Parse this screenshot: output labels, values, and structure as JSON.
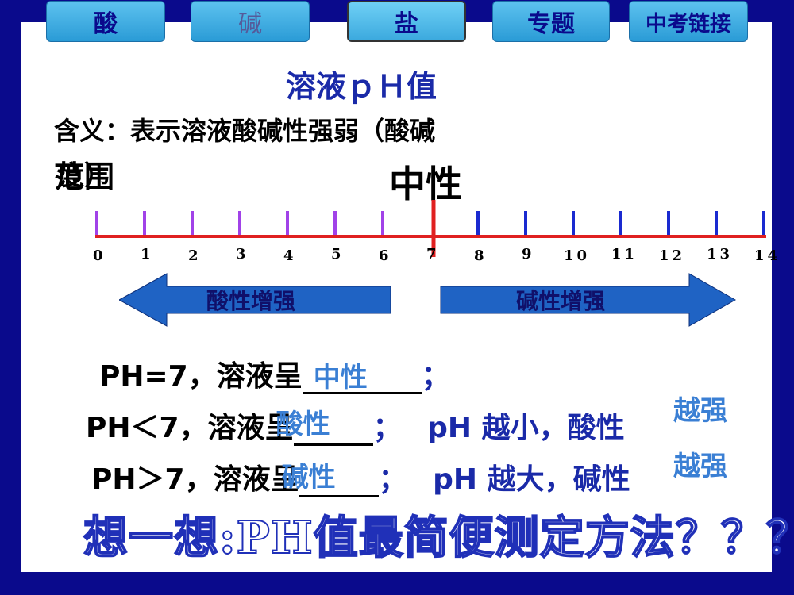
{
  "nav": {
    "tabs": [
      "酸",
      "碱",
      "盐",
      "专题",
      "中考链接"
    ],
    "selected_index": 2
  },
  "slide": {
    "title": "溶液ｐＨ值",
    "meaning": "含义：表示溶液酸碱性强弱（酸碱",
    "range_label": "范围",
    "range_overlap": "度）",
    "neutral_label": "中性",
    "scale": {
      "ticks": [
        "0",
        "1",
        "2",
        "3",
        "4",
        "5",
        "6",
        "7",
        "8",
        "9",
        "10",
        "11",
        "12",
        "13",
        "14"
      ],
      "acid_color": "#a142e8",
      "base_color": "#1a2ad0",
      "line_color": "#e02020"
    },
    "arrows": {
      "left_label": "酸性增强",
      "right_label": "碱性增强",
      "color": "#1f63c4"
    },
    "statements": [
      {
        "prefix": "PH=7，溶液呈",
        "answer": "中性",
        "suffix": "；"
      },
      {
        "prefix": "PH＜7，溶液呈",
        "answer": "酸性",
        "suffix": "；",
        "extra": "pH 越小，酸性",
        "extra_answer": "越强"
      },
      {
        "prefix": "PH＞7，溶液呈",
        "answer": "碱性",
        "suffix": "；",
        "extra": "pH 越大，碱性",
        "extra_answer": "越强"
      }
    ],
    "question": "想一想:PH值最简便测定方法？？？"
  }
}
